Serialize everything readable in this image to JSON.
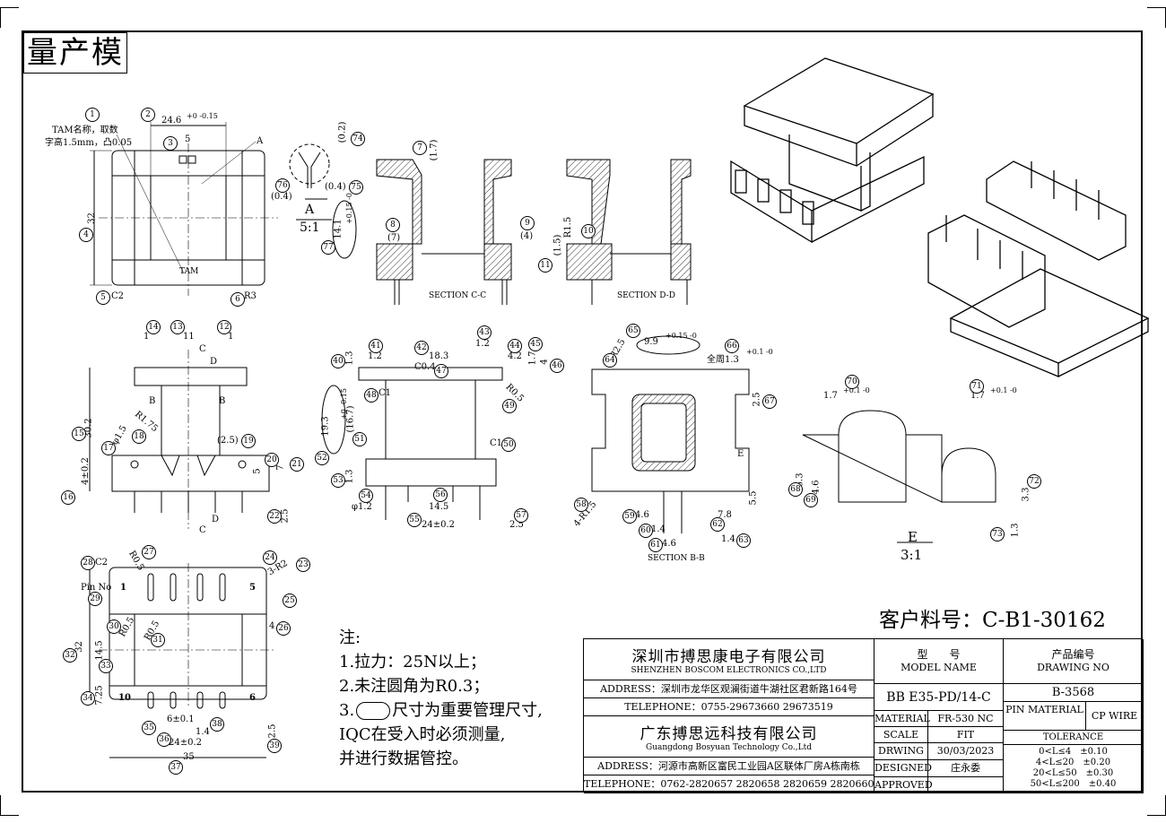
{
  "stamp": "量产模",
  "customer_part": "客户料号：C-B1-30162",
  "notes": {
    "title": "注:",
    "line1": "1.拉力：25N以上；",
    "line2": "2.未注圆角为R0.3；",
    "line3_prefix": "3.",
    "line3_suffix": "尺寸为重要管理尺寸,",
    "line4": "IQC在受入时必须测量,",
    "line5": "并进行数据管控。"
  },
  "title_block": {
    "company1_cn": "深圳市搏思康电子有限公司",
    "company1_en": "SHENZHEN BOSCOM ELECTRONICS CO.,LTD",
    "address1": "ADDRESS：深圳市龙华区观澜街道牛湖社区君新路164号",
    "telephone1": "TELEPHONE：0755-29673660 29673519",
    "company2_cn": "广东搏思远科技有限公司",
    "company2_en": "Guangdong Bosyuan Technology Co.,Ltd",
    "address2": "ADDRESS：河源市高新区富民工业园A区联体厂房A栋南栋",
    "telephone2": "TELEPHONE：0762-2820657 2820658 2820659 2820660",
    "model_label_cn": "型　　号",
    "model_label_en": "MODEL NAME",
    "model_value": "BB E35-PD/14-C",
    "drawing_label_cn": "产品编号",
    "drawing_label_en": "DRAWING NO",
    "drawing_value": "B-3568",
    "material_label": "MATERIAL",
    "material_value": "FR-530 NC",
    "pin_material_label": "PIN MATERIAL",
    "pin_material_value": "CP WIRE",
    "scale_label": "SCALE",
    "scale_value": "FIT",
    "tolerance_label": "TOLERANCE",
    "drwing_label": "DRWING",
    "drwing_value": "30/03/2023",
    "designed_label": "DESIGNED",
    "designed_value": "庄永委",
    "approved_label": "APPROVED",
    "tolerance_rows": [
      "0<L≤4　±0.10",
      "4<L≤20　±0.20",
      "20<L≤50　±0.30",
      "50<L≤200　±0.40"
    ]
  },
  "drawing_labels": {
    "tam_note1": "TAM名称，取数",
    "tam_note2": "字高1.5mm，凸0.05",
    "dim_24_6": "24.6",
    "tol_24_6": "+0 -0.15",
    "dim_5": "5",
    "dim_32": "32",
    "c2": "C2",
    "r3": "R3",
    "a_mark": "A",
    "tam": "TAM",
    "detail_a": "A",
    "detail_scale": "5:1",
    "dim_0_2": "(0.2)",
    "dim_0_4a": "(0.4)",
    "dim_0_4b": "(0.4)",
    "dim_14_1": "14.1",
    "tol_14_1": "+0.15 -0",
    "dim_1_7": "(1.7)",
    "dim_7": "(7)",
    "dim_4": "(4)",
    "section_cc": "SECTION C-C",
    "r1_5": "R1.5",
    "dim_1_5": "(1.5)",
    "section_dd": "SECTION D-D",
    "dim_1a": "1",
    "dim_11": "11",
    "dim_1b": "1",
    "c_mark": "C",
    "d_mark": "D",
    "b_mark": "B",
    "dim_30_2": "30.2",
    "phi_1_5": "φ1.5",
    "r1_75": "R1.75",
    "dim_2_5": "(2.5)",
    "dim_4_02": "4±0.2",
    "dim_5b": "5",
    "dim_7b": "7",
    "dim_2_5b": "2.5",
    "dim_1_2": "1.2",
    "dim_18_3": "18.3",
    "dim_1_2b": "1.2",
    "dim_4_2": "4.2",
    "dim_1_7b": "1.7",
    "dim_1_3": "1.3",
    "dim_4b": "4",
    "c0_4": "C0.4",
    "c1": "C1",
    "r0_5": "R0.5",
    "dim_19_3": "19.3",
    "tol_19_3": "+0 -0.15",
    "dim_16_7": "(16.7)",
    "c1b": "C1",
    "dim_1_3b": "1.3",
    "phi_1_2": "φ1.2",
    "dim_14_5": "14.5",
    "dim_24_02": "24±0.2",
    "dim_2_5c": "2.5",
    "dim_9_9": "9.9",
    "tol_9_9": "+0.15 -0",
    "r2_5": "4-R2.5",
    "dim_1_3c": "全周1.3",
    "tol_1_3c": "+0.1 -0",
    "dim_2_5d": "2.5",
    "e_mark": "E",
    "r1_5b": "4-R1.5",
    "dim_4_6": "4.6",
    "dim_1_4": "1.4",
    "dim_4_6b": "4.6",
    "dim_7_8": "7.8",
    "dim_1_4b": "1.4",
    "dim_5_5": "5.5",
    "section_bb": "SECTION B-B",
    "dim_1_7c": "1.7",
    "tol_1_7c": "+0.1 -0",
    "dim_1_7d": "1.7",
    "tol_1_7d": "+0.1 -0",
    "dim_6_3": "6.3",
    "dim_4_6c": "4.6",
    "dim_3_3": "3.3",
    "dim_1_3d": "1.3",
    "detail_e": "E",
    "detail_e_scale": "3:1",
    "c2b": "C2",
    "r0_5b": "R0.5",
    "r2": "3-R2",
    "pin_no": "Pin No",
    "pin_1": "1",
    "pin_5": "5",
    "pin_10": "10",
    "pin_6": "6",
    "r0_5c": "R0.5",
    "r0_5d": "R0.5",
    "dim_32b": "32",
    "dim_14_5b": "14.5",
    "dim_7_25": "7.25",
    "dim_4c": "4",
    "dim_6_01": "6±0.1",
    "dim_1_4c": "1.4",
    "dim_24_02b": "24±0.2",
    "dim_35": "35",
    "dim_2_5e": "2.5"
  }
}
